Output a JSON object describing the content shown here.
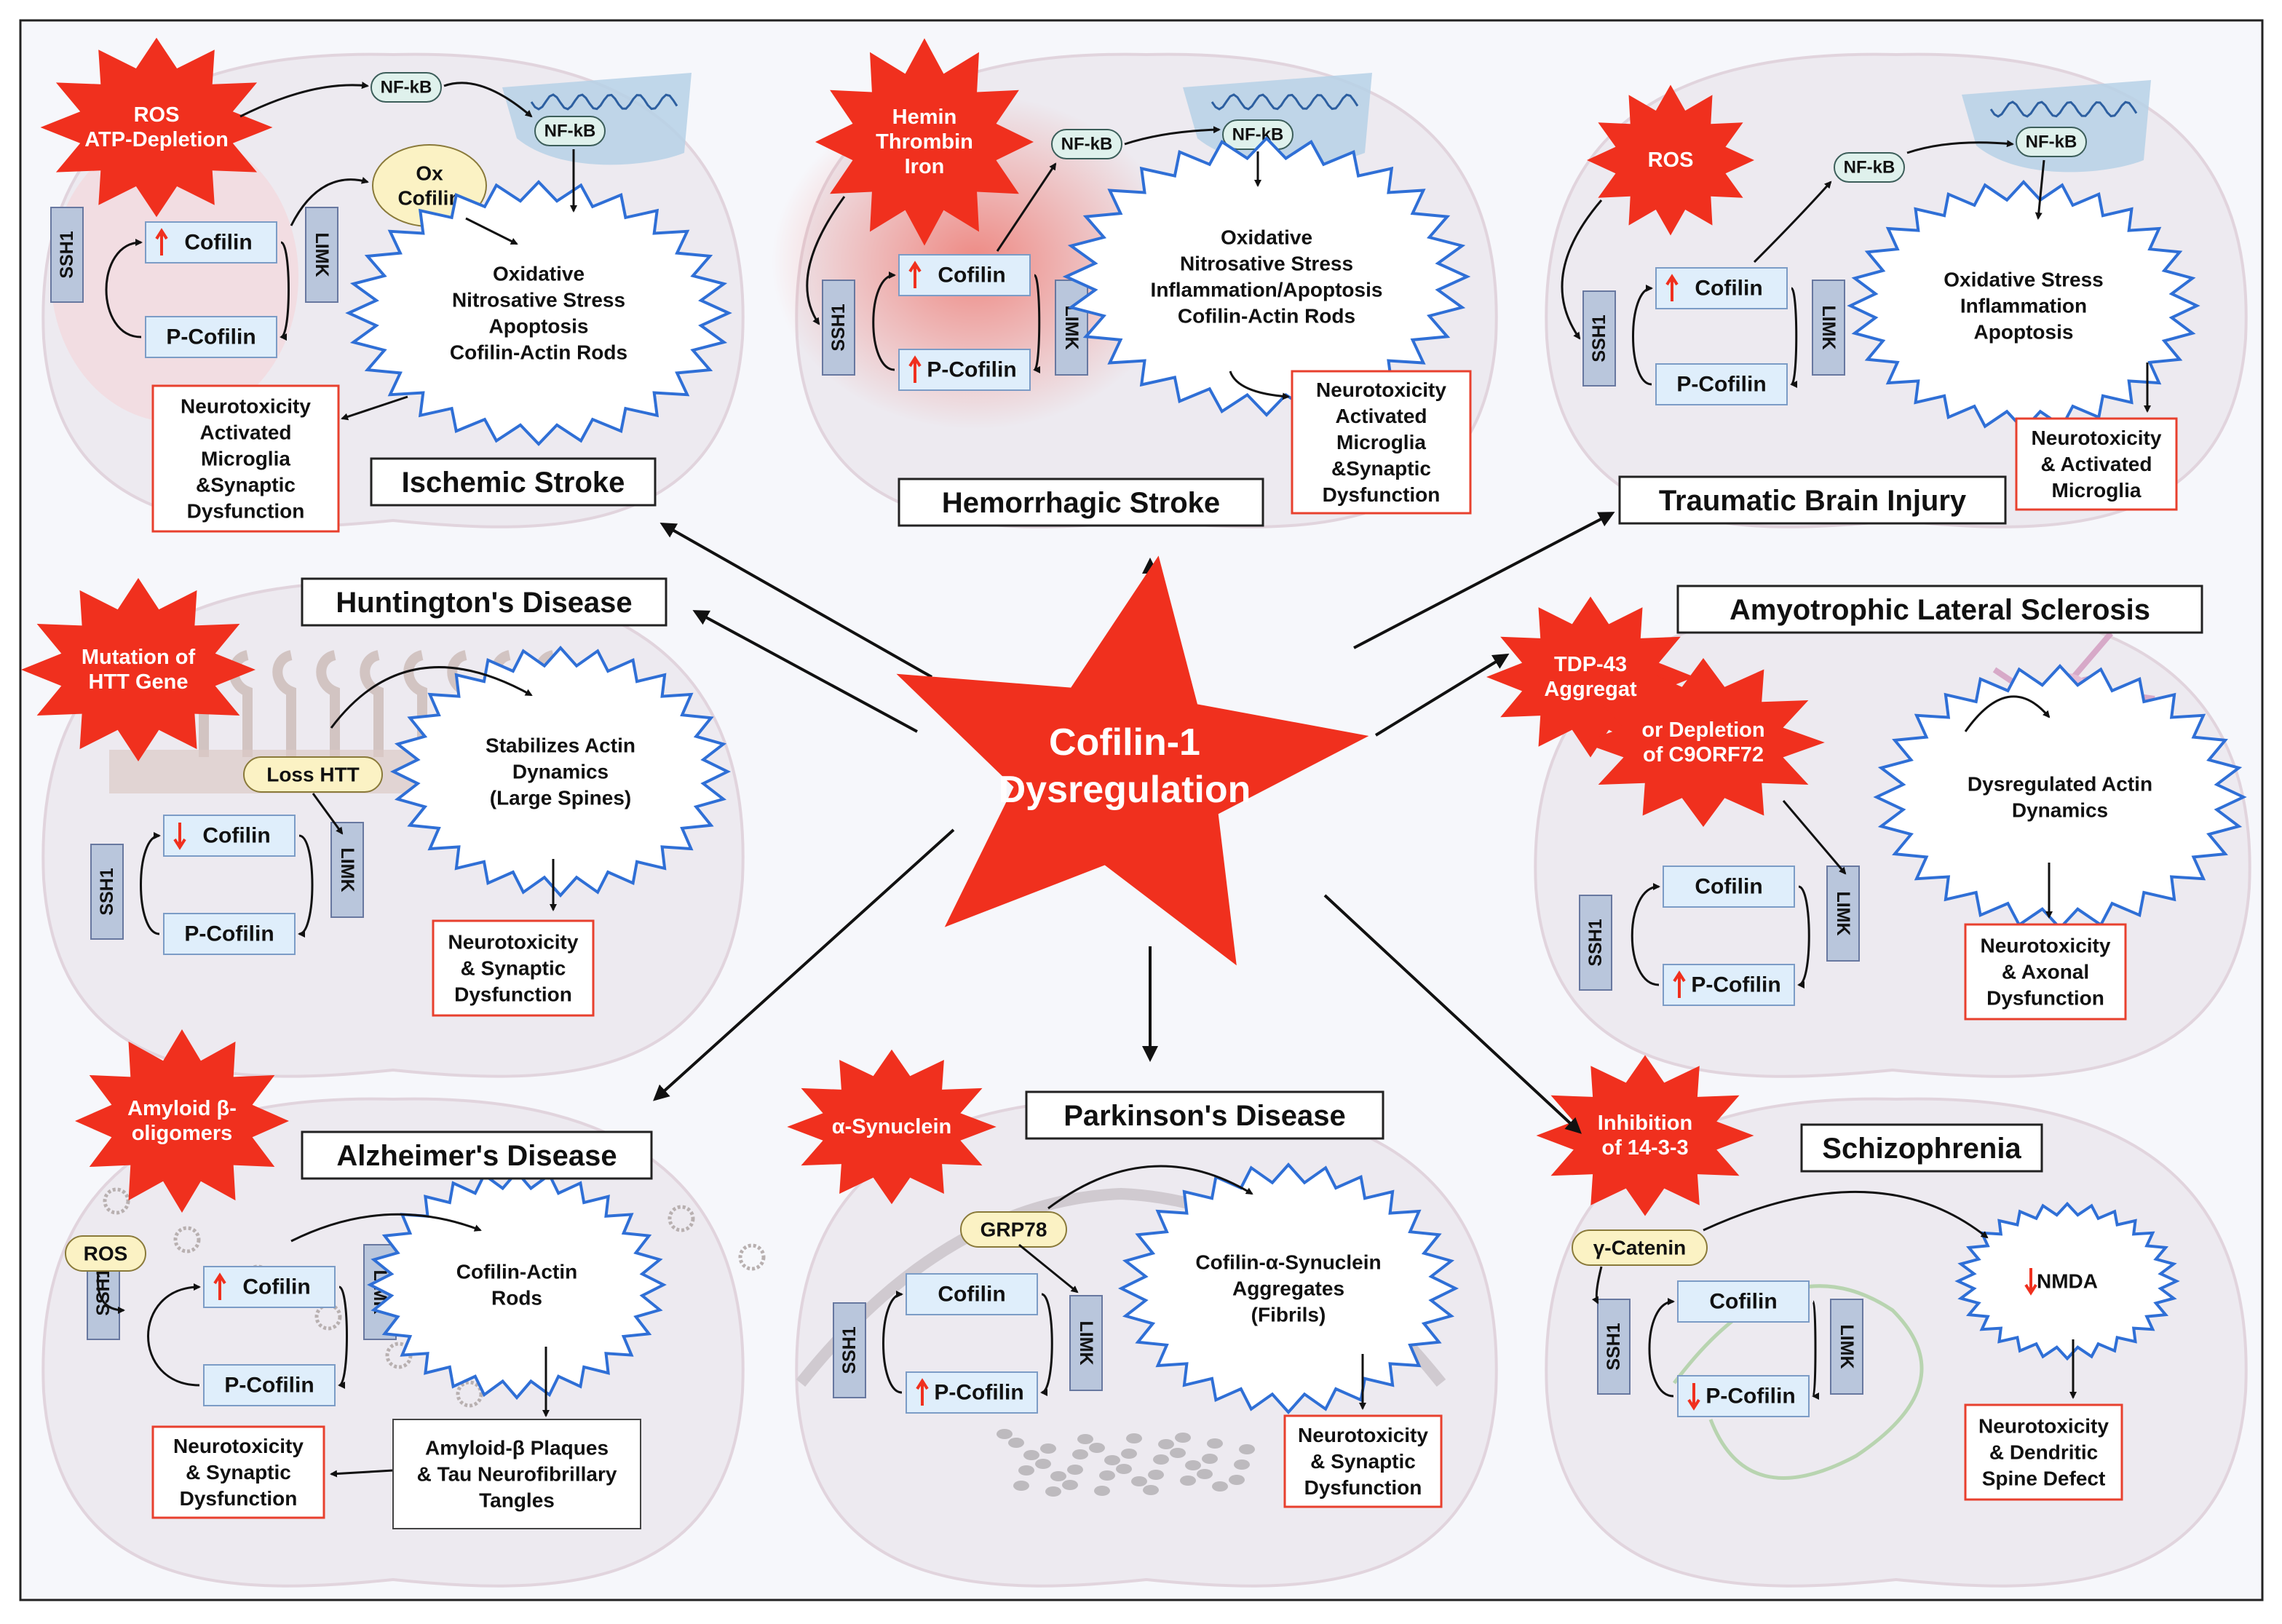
{
  "center": {
    "line1": "Cofilin-1",
    "line2": "Dysregulation"
  },
  "common": {
    "ssh1": "SSH1",
    "limk": "LIMK",
    "cofilin": "Cofilin",
    "pcofilin": "P-Cofilin",
    "nfkb": "NF-kB"
  },
  "panels": {
    "ischemic": {
      "title": "Ischemic Stroke",
      "trigger": [
        "ROS",
        "ATP-Depletion"
      ],
      "ox": [
        "Ox",
        "Cofilin"
      ],
      "stress": [
        "Oxidative",
        "Nitrosative Stress",
        "Apoptosis",
        "Cofilin-Actin Rods"
      ],
      "outcome": [
        "Neurotoxicity",
        "Activated",
        "Microglia",
        "&Synaptic",
        "Dysfunction"
      ]
    },
    "hemorrhagic": {
      "title": "Hemorrhagic Stroke",
      "trigger": [
        "Hemin",
        "Thrombin",
        "Iron"
      ],
      "stress": [
        "Oxidative",
        "Nitrosative Stress",
        "Inflammation/Apoptosis",
        "Cofilin-Actin Rods"
      ],
      "outcome": [
        "Neurotoxicity",
        "Activated",
        "Microglia",
        "&Synaptic",
        "Dysfunction"
      ]
    },
    "tbi": {
      "title": "Traumatic Brain Injury",
      "trigger": [
        "ROS"
      ],
      "stress": [
        "Oxidative Stress",
        "Inflammation",
        "Apoptosis"
      ],
      "outcome": [
        "Neurotoxicity",
        "& Activated",
        "Microglia"
      ]
    },
    "huntington": {
      "title": "Huntington's Disease",
      "trigger": [
        "Mutation of",
        "HTT Gene"
      ],
      "modifier": "Loss HTT",
      "stress": [
        "Stabilizes Actin",
        "Dynamics",
        "(Large Spines)"
      ],
      "outcome": [
        "Neurotoxicity",
        "& Synaptic",
        "Dysfunction"
      ]
    },
    "als": {
      "title": "Amyotrophic Lateral Sclerosis",
      "trigger": [
        "TDP-43",
        "Aggregat"
      ],
      "trigger2": [
        "or Depletion",
        "of C9ORF72"
      ],
      "stress": [
        "Dysregulated Actin",
        "Dynamics"
      ],
      "outcome": [
        "Neurotoxicity",
        "& Axonal",
        "Dysfunction"
      ]
    },
    "alzheimer": {
      "title": "Alzheimer's Disease",
      "trigger": [
        "Amyloid β-",
        "oligomers"
      ],
      "modifier": "ROS",
      "stress": [
        "Cofilin-Actin",
        "Rods"
      ],
      "plaques": [
        "Amyloid-β Plaques",
        "& Tau Neurofibrillary",
        "Tangles"
      ],
      "outcome": [
        "Neurotoxicity",
        "& Synaptic",
        "Dysfunction"
      ]
    },
    "parkinson": {
      "title": "Parkinson's Disease",
      "trigger": [
        "α-Synuclein"
      ],
      "modifier": "GRP78",
      "stress": [
        "Cofilin-α-Synuclein",
        "Aggregates",
        "(Fibrils)"
      ],
      "outcome": [
        "Neurotoxicity",
        "& Synaptic",
        "Dysfunction"
      ]
    },
    "schizophrenia": {
      "title": "Schizophrenia",
      "trigger": [
        "Inhibition",
        "of 14-3-3"
      ],
      "modifier": "γ-Catenin",
      "stress": [
        "NMDA"
      ],
      "outcome": [
        "Neurotoxicity",
        "& Dendritic",
        "Spine Defect"
      ]
    }
  },
  "colors": {
    "red": "#f0301e",
    "blue": "#2f6fd6",
    "box": "#dfeefb",
    "ssh": "#b9c6dc",
    "yellow": "#fbf2c4",
    "outcome_border": "#e8402e"
  }
}
